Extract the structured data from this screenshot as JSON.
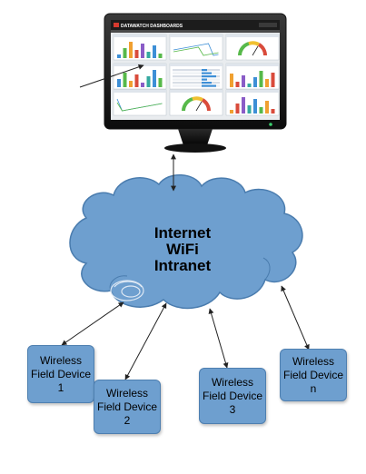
{
  "monitor": {
    "dashboard_title": "DATAWATCH DASHBOARDS"
  },
  "cloud": {
    "lines": [
      "Internet",
      "WiFi",
      "Intranet"
    ],
    "fill": "#6e9fcf",
    "stroke": "#4a7cae"
  },
  "devices": [
    {
      "lines": [
        "Wireless",
        "Field Device",
        "1"
      ]
    },
    {
      "lines": [
        "Wireless",
        "Field Device",
        "2"
      ]
    },
    {
      "lines": [
        "Wireless",
        "Field Device",
        "3"
      ]
    },
    {
      "lines": [
        "Wireless",
        "Field Device",
        "n"
      ]
    }
  ]
}
